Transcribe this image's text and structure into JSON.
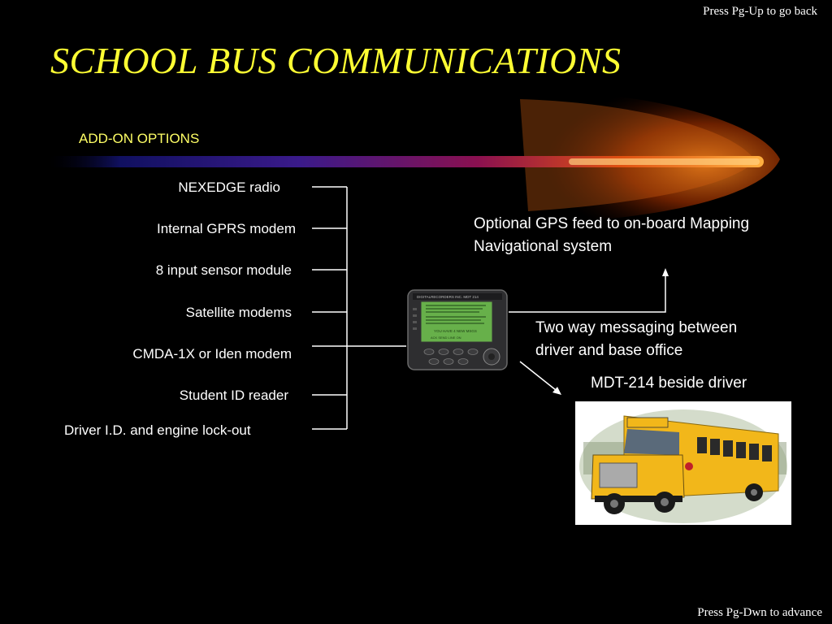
{
  "navigation": {
    "prev_hint": "Press Pg-Up to go back",
    "next_hint": "Press Pg-Dwn to advance"
  },
  "slide": {
    "title": "SCHOOL BUS COMMUNICATIONS",
    "section_heading": "ADD-ON OPTIONS"
  },
  "options": [
    "NEXEDGE radio",
    "Internal GPRS modem",
    "8 input sensor module",
    "Satellite modems",
    "CMDA-1X or Iden modem",
    "Student ID reader",
    "Driver I.D. and engine lock-out"
  ],
  "notes": {
    "gps_line1": "Optional GPS feed to on-board Mapping",
    "gps_line2": "Navigational system",
    "messaging_line1": "Two way messaging between",
    "messaging_line2": "driver and base office",
    "bus_caption": "MDT-214 beside driver"
  },
  "device": {
    "brand_text": "DIGITALRECORDERS INC. MDT 214",
    "screen_line1": "YOU HAVE 4 NEW MSGS",
    "screen_softkeys": "ACK  SEND  LINE  ON"
  },
  "colors": {
    "title": "#ffff33",
    "section_heading": "#ffff66",
    "background": "#000000",
    "lines": "#ffffff"
  }
}
